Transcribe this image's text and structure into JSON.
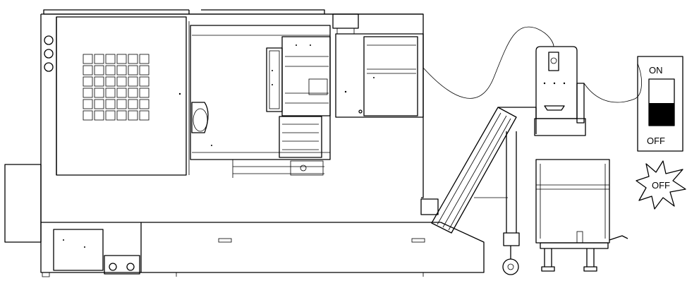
{
  "switch": {
    "on_label": "ON",
    "off_label": "OFF",
    "state": "OFF"
  },
  "burst": {
    "label": "OFF"
  }
}
